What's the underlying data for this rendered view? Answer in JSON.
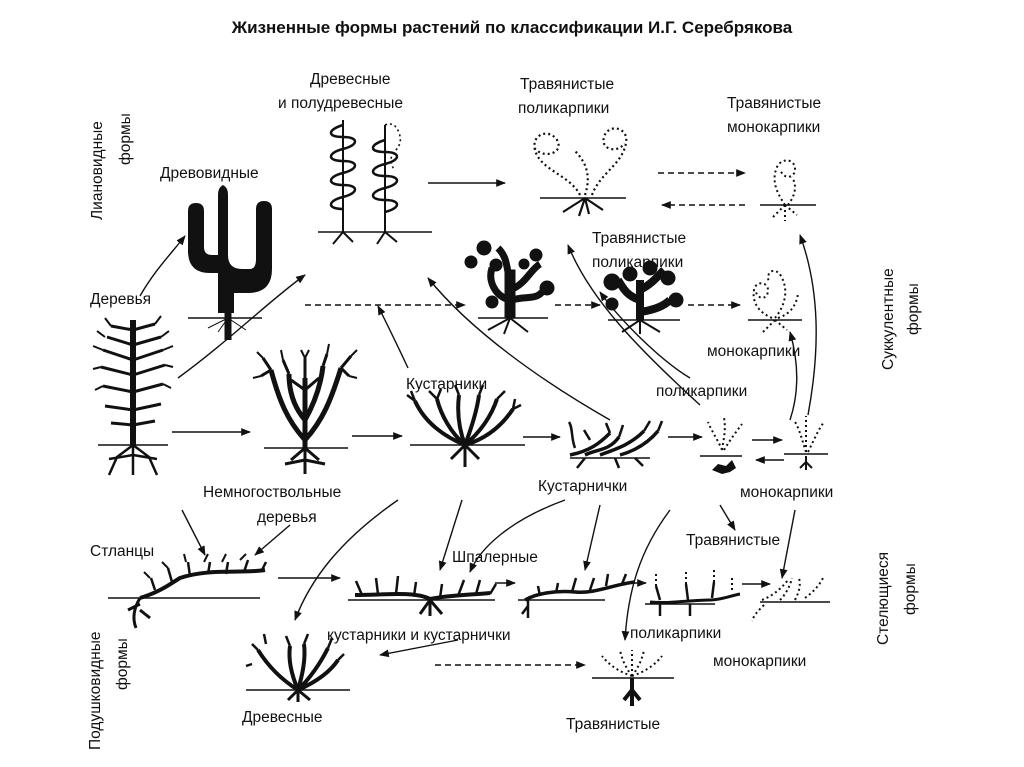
{
  "title": "Жизненные формы растений по классификации И.Г. Серебрякова",
  "labels": {
    "liana_forms": "Лиановидные формы",
    "liana_forms_line1": "Лиановидные",
    "liana_forms_line2": "формы",
    "treelike": "Древовидные",
    "woody_semi_line1": "Древесные",
    "woody_semi_line2": "и полудревесные",
    "herb_poly_top_line1": "Травянистые",
    "herb_poly_top_line2": "поликарпики",
    "herb_mono_top_line1": "Травянистые",
    "herb_mono_top_line2": "монокарпики",
    "herb_poly_mid_line1": "Травянистые",
    "herb_poly_mid_line2": "поликарпики",
    "trees": "Деревья",
    "succulent_forms_line1": "Суккулентные",
    "succulent_forms_line2": "формы",
    "monocarpics_mid": "монокарпики",
    "shrubs": "Кустарники",
    "polycarpics_mid": "поликарпики",
    "multi_stem_line1": "Немногоствольные",
    "multi_stem_line2": "деревья",
    "dwarf_shrubs": "Кустарнички",
    "monocarpics_right": "монокарпики",
    "elfin": "Стланцы",
    "trellis": "Шпалерные",
    "herbaceous_right": "Травянистые",
    "creeping_forms_line1": "Стелющиеся",
    "creeping_forms_line2": "формы",
    "cushion_forms_line1": "Подушковидные",
    "cushion_forms_line2": "формы",
    "shrubs_and_dwarf": "кустарники и кустарнички",
    "polycarpics_bottom": "поликарпики",
    "monocarpics_bottom": "монокарпики",
    "woody_bottom": "Древесные",
    "herbaceous_bottom": "Травянистые"
  }
}
